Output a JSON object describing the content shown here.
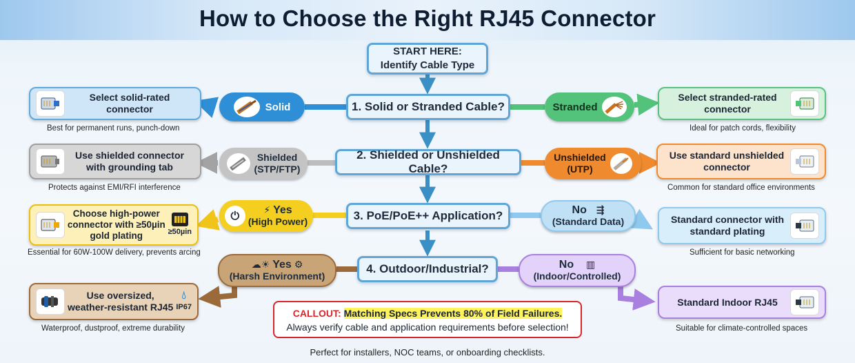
{
  "title": "How to Choose the Right RJ45 Connector",
  "start": {
    "line1": "START HERE:",
    "line2": "Identify Cable Type"
  },
  "questions": [
    "1. Solid or Stranded Cable?",
    "2. Shielded or Unshielded Cable?",
    "3. PoE/PoE++ Application?",
    "4. Outdoor/Industrial?"
  ],
  "row1": {
    "left_option": "Solid",
    "left_result": "Select solid-rated connector",
    "left_desc": "Best for permanent runs, punch-down",
    "right_option": "Stranded",
    "right_result": "Select stranded-rated connector",
    "right_desc": "Ideal for patch cords, flexibility"
  },
  "row2": {
    "left_option_1": "Shielded",
    "left_option_2": "(STP/FTP)",
    "left_result_1": "Use shielded connector",
    "left_result_2": "with grounding tab",
    "left_desc": "Protects against EMI/RFI interference",
    "right_option_1": "Unshielded",
    "right_option_2": "(UTP)",
    "right_result_1": "Use standard unshielded",
    "right_result_2": "connector",
    "right_desc": "Common for standard office environments"
  },
  "row3": {
    "left_option_1": "Yes",
    "left_option_2": "(High Power)",
    "left_result_1": "Choose high-power",
    "left_result_2": "connector with ≥50µin",
    "left_result_3": "gold plating",
    "left_badge": "≥50µin",
    "left_desc": "Essential for 60W-100W delivery, prevents arcing",
    "right_option_1": "No",
    "right_option_2": "(Standard Data)",
    "right_result_1": "Standard connector with",
    "right_result_2": "standard plating",
    "right_desc": "Sufficient for basic networking"
  },
  "row4": {
    "left_option_1": "Yes",
    "left_option_2": "(Harsh Environment)",
    "left_result_1": "Use oversized,",
    "left_result_2": "weather-resistant RJ45",
    "left_badge": "IP67",
    "left_desc": "Waterproof, dustproof, extreme durability",
    "right_option_1": "No",
    "right_option_2": "(Indoor/Controlled)",
    "right_result": "Standard Indoor RJ45",
    "right_desc": "Suitable for climate-controlled spaces"
  },
  "callout": {
    "label": "CALLOUT:",
    "highlight": "Matching Specs Prevents 80% of Field Failures.",
    "body": "Always verify cable and application requirements before selection!"
  },
  "footer": "Perfect for installers, NOC teams, or onboarding checklists.",
  "colors": {
    "blue": "#2f8fd6",
    "green": "#53c27a",
    "gray": "#9a9a9a",
    "orange": "#ef8a2e",
    "yellow": "#f5cf1f",
    "light_blue": "#8fc9ee",
    "brown": "#9b6a3b",
    "purple": "#a97fe0",
    "callout_red": "#d9242a"
  }
}
